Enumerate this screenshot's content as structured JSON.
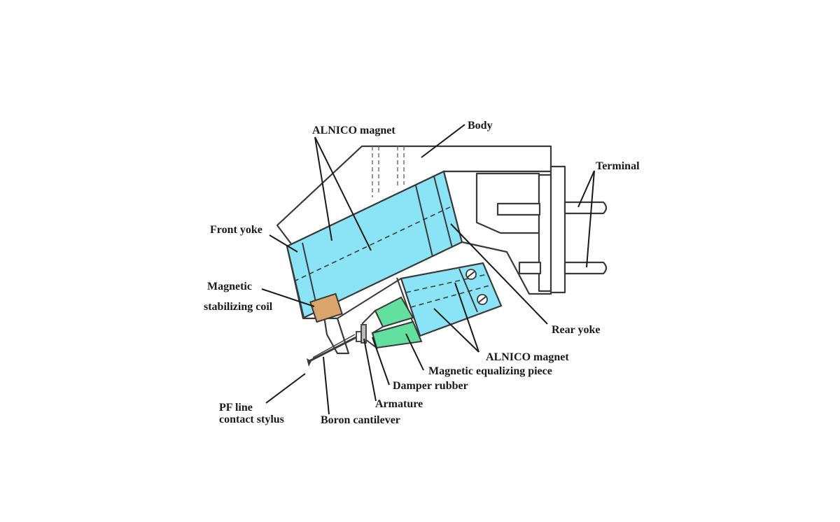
{
  "labels": {
    "alnico_top": "ALNICO magnet",
    "body": "Body",
    "terminal": "Terminal",
    "front_yoke": "Front yoke",
    "magnetic_coil_l1": "Magnetic",
    "magnetic_coil_l2": "stabilizing coil",
    "rear_yoke": "Rear yoke",
    "alnico_bottom": "ALNICO magnet",
    "equalizing_piece": "Magnetic equalizing piece",
    "damper_rubber": "Damper rubber",
    "armature": "Armature",
    "stylus_l1": "PF line",
    "stylus_l2": "contact stylus",
    "cantilever": "Boron cantilever"
  },
  "colors": {
    "magnet": "#8be4f5",
    "equalizer": "#63e0a0",
    "coil": "#d9a56a",
    "outline": "#3a3a3a"
  }
}
